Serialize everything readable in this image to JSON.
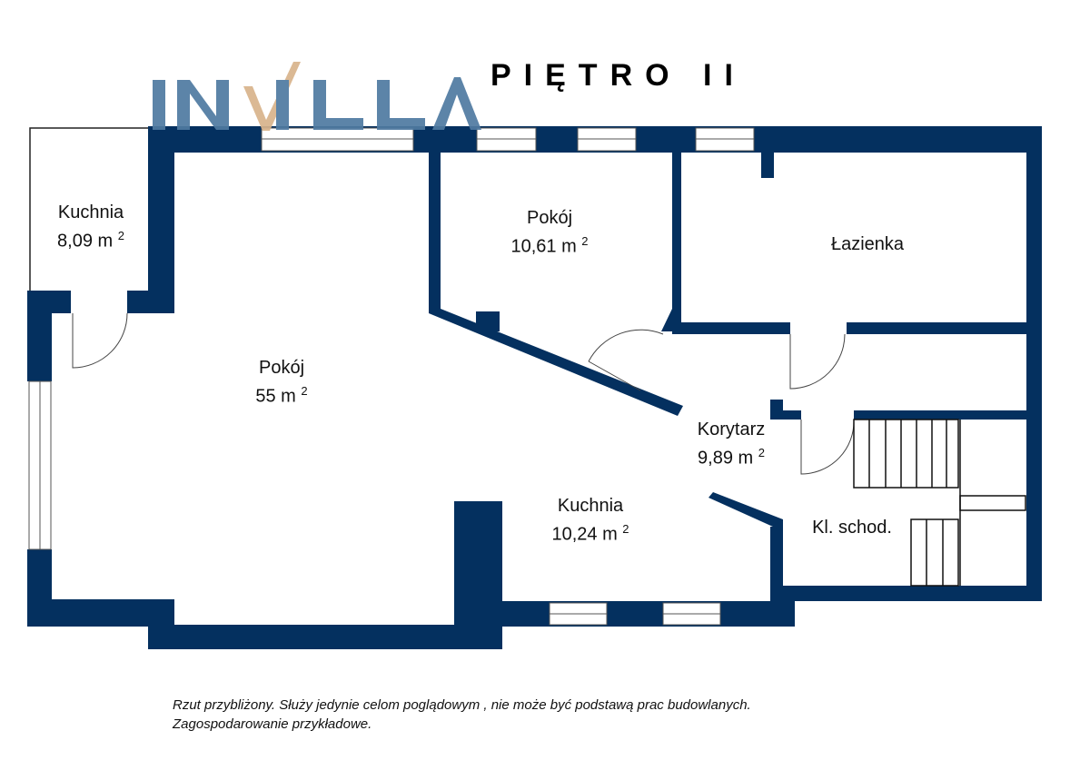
{
  "logo": {
    "text": "INVILLA",
    "color": "#4f7aa1",
    "accent_color": "#d9b48c"
  },
  "title": "PIĘTRO II",
  "wall_color": "#04305f",
  "rooms": [
    {
      "name": "Kuchnia",
      "area": "8,09 m",
      "sup": "2"
    },
    {
      "name": "Pokój",
      "area": "55 m",
      "sup": "2"
    },
    {
      "name": "Pokój",
      "area": "10,61 m",
      "sup": "2"
    },
    {
      "name": "Łazienka"
    },
    {
      "name": "Korytarz",
      "area": "9,89 m",
      "sup": "2"
    },
    {
      "name": "Kuchnia",
      "area": "10,24 m",
      "sup": "2"
    },
    {
      "name": "Kl. schod."
    }
  ],
  "note": {
    "line1": "Rzut przybliżony. Służy jedynie celom poglądowym , nie może być podstawą prac budowlanych.",
    "line2": "Zagospodarowanie przykładowe."
  }
}
